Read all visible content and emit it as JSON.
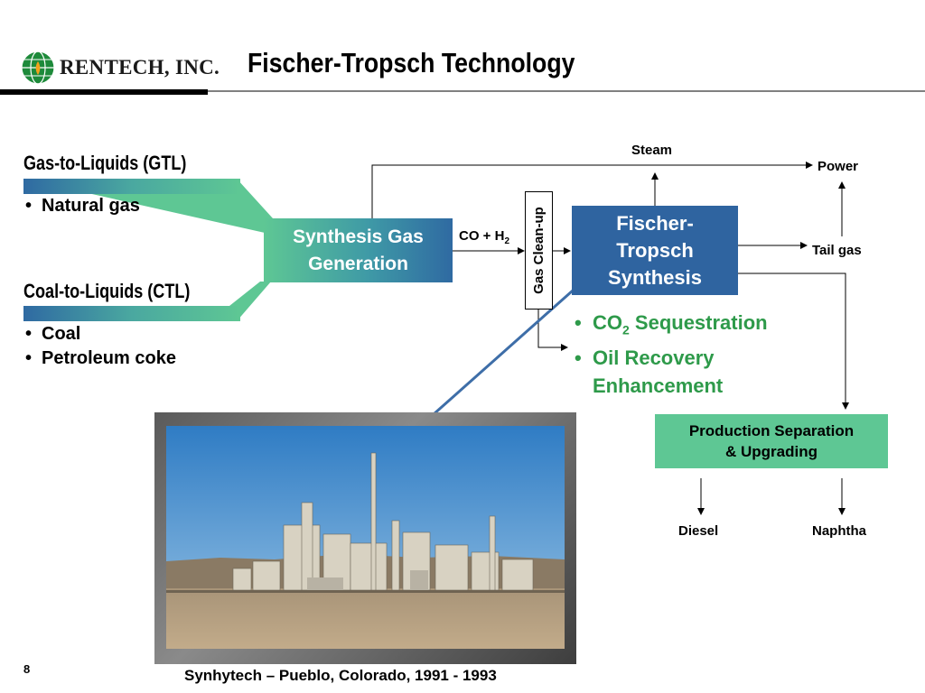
{
  "header": {
    "logo_text": "RENTECH, INC.",
    "title": "Fischer-Tropsch Technology"
  },
  "left": {
    "gtl_heading": "Gas-to-Liquids (GTL)",
    "gtl_items": [
      "Natural gas"
    ],
    "ctl_heading": "Coal-to-Liquids (CTL)",
    "ctl_items": [
      "Coal",
      "Petroleum coke"
    ]
  },
  "diagram": {
    "syngas_line1": "Synthesis Gas",
    "syngas_line2": "Generation",
    "co_h2_label": "CO + H",
    "co_h2_sub": "2",
    "cleanup_label": "Gas Clean-up",
    "ft_line1": "Fischer-",
    "ft_line2": "Tropsch",
    "ft_line3": "Synthesis",
    "steam_label": "Steam",
    "power_label": "Power",
    "tailgas_label": "Tail gas",
    "co2_prefix": "CO",
    "co2_sub": "2",
    "co2_suffix": " Sequestration",
    "oil_line1": "Oil Recovery",
    "oil_line2": "Enhancement",
    "prod_line1": "Production Separation",
    "prod_line2": "& Upgrading",
    "diesel_label": "Diesel",
    "naphtha_label": "Naphtha"
  },
  "photo": {
    "caption": "Synhytech – Pueblo, Colorado, 1991 - 1993"
  },
  "footer": {
    "page_number": "8"
  },
  "colors": {
    "ft_blue": "#2f64a0",
    "accent_green": "#5ec794",
    "text_green": "#2e9a4a"
  }
}
